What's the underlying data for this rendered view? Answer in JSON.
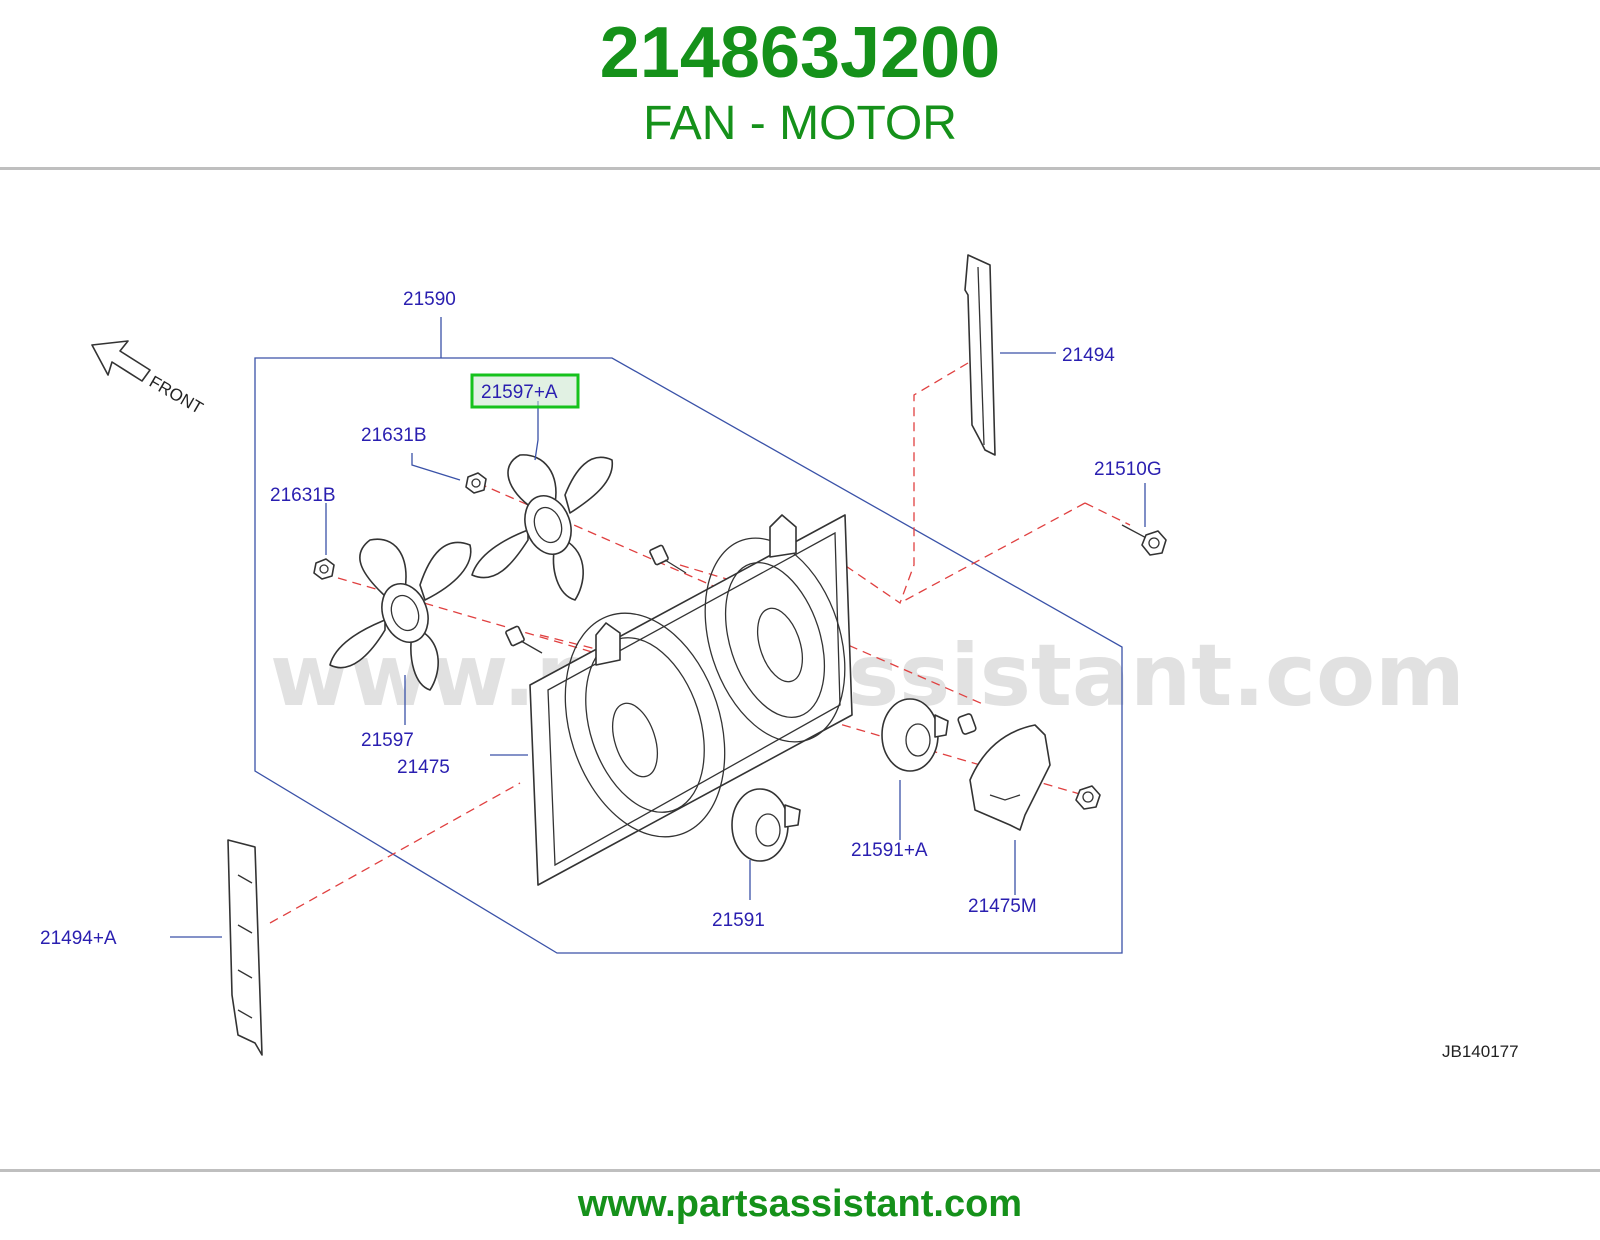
{
  "header": {
    "part_number": "214863J200",
    "part_name": "FAN - MOTOR"
  },
  "diagram": {
    "front_label": "FRONT",
    "reference_code": "JB140177",
    "watermark": "www.partsassistant.com",
    "highlighted_callout": "21597+A",
    "highlight_color": "#16c21c",
    "callouts": {
      "c21590": "21590",
      "c21597A": "21597+A",
      "c21631B_upper": "21631B",
      "c21631B_lower": "21631B",
      "c21597": "21597",
      "c21475": "21475",
      "c21494": "21494",
      "c21510G": "21510G",
      "c21591A": "21591+A",
      "c21591": "21591",
      "c21475M": "21475M",
      "c21494A": "21494+A"
    }
  },
  "footer": {
    "url": "www.partsassistant.com"
  },
  "colors": {
    "brand_green": "#15911a",
    "callout_blue": "#2a1fb0",
    "leader_blue": "#3a52a8",
    "dashed_red": "#e04040"
  }
}
